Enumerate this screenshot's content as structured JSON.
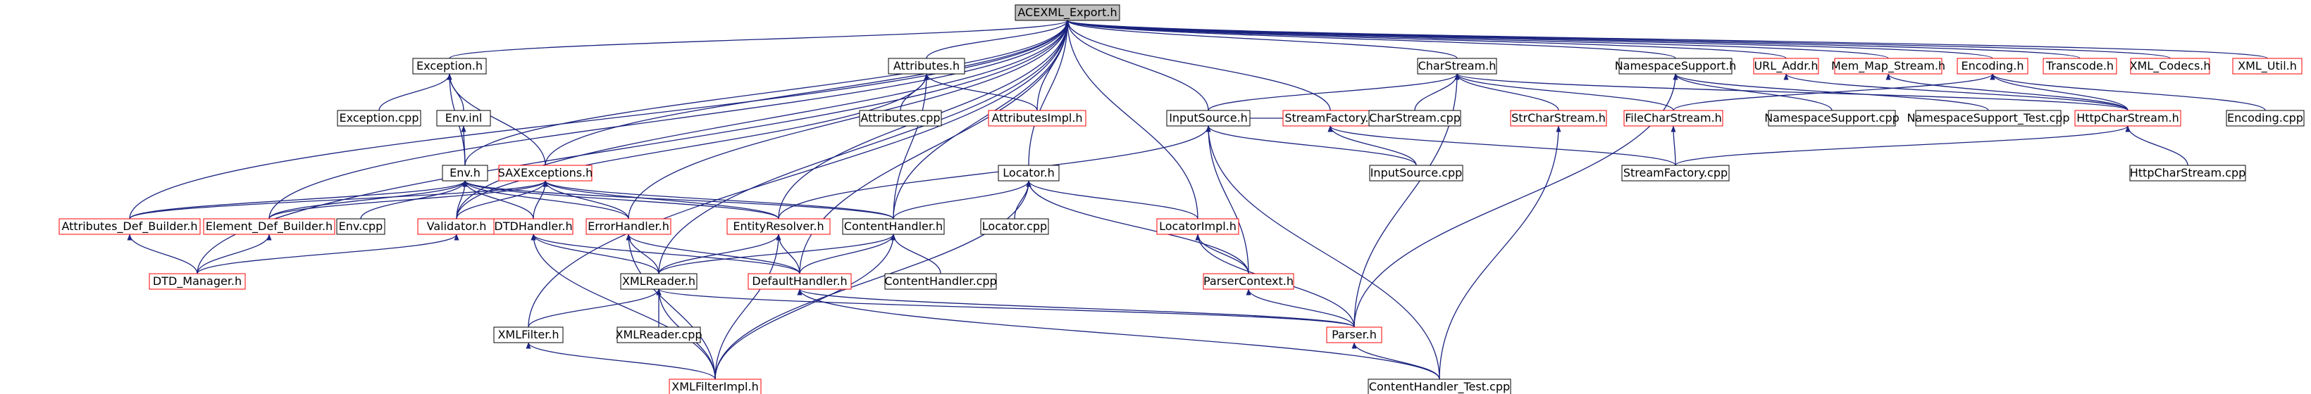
{
  "graph": {
    "colors": {
      "edge": "#1a237e",
      "text": "#000000",
      "root_fill": "#bfbfbf",
      "normal_border": "#000000",
      "unresolved_border": "#ff0000"
    },
    "nodes": [
      {
        "id": "ace",
        "label": "ACEXML_Export.h",
        "style": "root"
      },
      {
        "id": "exc_h",
        "label": "Exception.h",
        "style": "normal"
      },
      {
        "id": "attr_h",
        "label": "Attributes.h",
        "style": "normal"
      },
      {
        "id": "cs_h",
        "label": "CharStream.h",
        "style": "normal"
      },
      {
        "id": "ns_h",
        "label": "NamespaceSupport.h",
        "style": "normal"
      },
      {
        "id": "url_h",
        "label": "URL_Addr.h",
        "style": "red"
      },
      {
        "id": "mm_h",
        "label": "Mem_Map_Stream.h",
        "style": "red"
      },
      {
        "id": "enc_h",
        "label": "Encoding.h",
        "style": "red"
      },
      {
        "id": "trans_h",
        "label": "Transcode.h",
        "style": "red"
      },
      {
        "id": "codecs_h",
        "label": "XML_Codecs.h",
        "style": "red"
      },
      {
        "id": "util_h",
        "label": "XML_Util.h",
        "style": "red"
      },
      {
        "id": "exc_cpp",
        "label": "Exception.cpp",
        "style": "normal"
      },
      {
        "id": "env_inl",
        "label": "Env.inl",
        "style": "normal"
      },
      {
        "id": "attr_cpp",
        "label": "Attributes.cpp",
        "style": "normal"
      },
      {
        "id": "attrimpl_h",
        "label": "AttributesImpl.h",
        "style": "red"
      },
      {
        "id": "is_h",
        "label": "InputSource.h",
        "style": "normal"
      },
      {
        "id": "sf_h",
        "label": "StreamFactory.h",
        "style": "red"
      },
      {
        "id": "cs_cpp",
        "label": "CharStream.cpp",
        "style": "normal"
      },
      {
        "id": "str_cs_h",
        "label": "StrCharStream.h",
        "style": "red"
      },
      {
        "id": "file_cs_h",
        "label": "FileCharStream.h",
        "style": "red"
      },
      {
        "id": "ns_cpp",
        "label": "NamespaceSupport.cpp",
        "style": "normal"
      },
      {
        "id": "ns_test",
        "label": "NamespaceSupport_Test.cpp",
        "style": "normal"
      },
      {
        "id": "http_h",
        "label": "HttpCharStream.h",
        "style": "red"
      },
      {
        "id": "enc_cpp",
        "label": "Encoding.cpp",
        "style": "normal"
      },
      {
        "id": "env_h",
        "label": "Env.h",
        "style": "normal"
      },
      {
        "id": "saxexc_h",
        "label": "SAXExceptions.h",
        "style": "red"
      },
      {
        "id": "is_cpp",
        "label": "InputSource.cpp",
        "style": "normal"
      },
      {
        "id": "sf_cpp",
        "label": "StreamFactory.cpp",
        "style": "normal"
      },
      {
        "id": "http_cpp",
        "label": "HttpCharStream.cpp",
        "style": "normal"
      },
      {
        "id": "loc_h",
        "label": "Locator.h",
        "style": "normal"
      },
      {
        "id": "adb_h",
        "label": "Attributes_Def_Builder.h",
        "style": "red"
      },
      {
        "id": "edb_h",
        "label": "Element_Def_Builder.h",
        "style": "red"
      },
      {
        "id": "env_cpp",
        "label": "Env.cpp",
        "style": "normal"
      },
      {
        "id": "valid_h",
        "label": "Validator.h",
        "style": "red"
      },
      {
        "id": "dtdh_h",
        "label": "DTDHandler.h",
        "style": "red"
      },
      {
        "id": "errh_h",
        "label": "ErrorHandler.h",
        "style": "red"
      },
      {
        "id": "er_h",
        "label": "EntityResolver.h",
        "style": "red"
      },
      {
        "id": "ch_h",
        "label": "ContentHandler.h",
        "style": "normal"
      },
      {
        "id": "loc_cpp",
        "label": "Locator.cpp",
        "style": "normal"
      },
      {
        "id": "locimpl_h",
        "label": "LocatorImpl.h",
        "style": "red"
      },
      {
        "id": "dtdm_h",
        "label": "DTD_Manager.h",
        "style": "red"
      },
      {
        "id": "xr_h",
        "label": "XMLReader.h",
        "style": "normal"
      },
      {
        "id": "dh_h",
        "label": "DefaultHandler.h",
        "style": "red"
      },
      {
        "id": "ch_cpp",
        "label": "ContentHandler.cpp",
        "style": "normal"
      },
      {
        "id": "pc_h",
        "label": "ParserContext.h",
        "style": "red"
      },
      {
        "id": "xf_h",
        "label": "XMLFilter.h",
        "style": "normal"
      },
      {
        "id": "xr_cpp",
        "label": "XMLReader.cpp",
        "style": "normal"
      },
      {
        "id": "parser_h",
        "label": "Parser.h",
        "style": "red"
      },
      {
        "id": "xfi_h",
        "label": "XMLFilterImpl.h",
        "style": "red"
      },
      {
        "id": "ch_test",
        "label": "ContentHandler_Test.cpp",
        "style": "normal"
      }
    ],
    "edges": [
      [
        "exc_h",
        "ace"
      ],
      [
        "attr_h",
        "ace"
      ],
      [
        "cs_h",
        "ace"
      ],
      [
        "ns_h",
        "ace"
      ],
      [
        "url_h",
        "ace"
      ],
      [
        "mm_h",
        "ace"
      ],
      [
        "enc_h",
        "ace"
      ],
      [
        "trans_h",
        "ace"
      ],
      [
        "codecs_h",
        "ace"
      ],
      [
        "util_h",
        "ace"
      ],
      [
        "attrimpl_h",
        "ace"
      ],
      [
        "is_h",
        "ace"
      ],
      [
        "sf_h",
        "ace"
      ],
      [
        "env_h",
        "ace"
      ],
      [
        "saxexc_h",
        "ace"
      ],
      [
        "loc_h",
        "ace"
      ],
      [
        "adb_h",
        "ace"
      ],
      [
        "edb_h",
        "ace"
      ],
      [
        "valid_h",
        "ace"
      ],
      [
        "errh_h",
        "ace"
      ],
      [
        "er_h",
        "ace"
      ],
      [
        "ch_h",
        "ace"
      ],
      [
        "locimpl_h",
        "ace"
      ],
      [
        "dtdm_h",
        "ace"
      ],
      [
        "xr_h",
        "ace"
      ],
      [
        "dh_h",
        "ace"
      ],
      [
        "xf_h",
        "ace"
      ],
      [
        "exc_cpp",
        "exc_h"
      ],
      [
        "env_inl",
        "exc_h"
      ],
      [
        "env_h",
        "exc_h"
      ],
      [
        "saxexc_h",
        "exc_h"
      ],
      [
        "attr_cpp",
        "attr_h"
      ],
      [
        "attrimpl_h",
        "attr_h"
      ],
      [
        "ch_h",
        "attr_h"
      ],
      [
        "valid_h",
        "attr_h"
      ],
      [
        "is_h",
        "cs_h"
      ],
      [
        "cs_cpp",
        "cs_h"
      ],
      [
        "str_cs_h",
        "cs_h"
      ],
      [
        "file_cs_h",
        "cs_h"
      ],
      [
        "http_h",
        "cs_h"
      ],
      [
        "parser_h",
        "cs_h"
      ],
      [
        "ns_cpp",
        "ns_h"
      ],
      [
        "ns_test",
        "ns_h"
      ],
      [
        "parser_h",
        "ns_h"
      ],
      [
        "http_h",
        "url_h"
      ],
      [
        "http_h",
        "mm_h"
      ],
      [
        "file_cs_h",
        "enc_h"
      ],
      [
        "http_h",
        "enc_h"
      ],
      [
        "enc_cpp",
        "enc_h"
      ],
      [
        "sf_h",
        "is_h"
      ],
      [
        "is_cpp",
        "is_h"
      ],
      [
        "pc_h",
        "is_h"
      ],
      [
        "ch_test",
        "is_h"
      ],
      [
        "sf_cpp",
        "sf_h"
      ],
      [
        "is_cpp",
        "sf_h"
      ],
      [
        "ch_test",
        "str_cs_h"
      ],
      [
        "sf_cpp",
        "file_cs_h"
      ],
      [
        "sf_cpp",
        "http_h"
      ],
      [
        "http_cpp",
        "http_h"
      ],
      [
        "env_h",
        "env_inl"
      ],
      [
        "env_cpp",
        "env_h"
      ],
      [
        "adb_h",
        "env_h"
      ],
      [
        "edb_h",
        "env_h"
      ],
      [
        "valid_h",
        "env_h"
      ],
      [
        "dtdh_h",
        "env_h"
      ],
      [
        "errh_h",
        "env_h"
      ],
      [
        "er_h",
        "env_h"
      ],
      [
        "ch_h",
        "env_h"
      ],
      [
        "adb_h",
        "saxexc_h"
      ],
      [
        "edb_h",
        "saxexc_h"
      ],
      [
        "valid_h",
        "saxexc_h"
      ],
      [
        "dtdh_h",
        "saxexc_h"
      ],
      [
        "errh_h",
        "saxexc_h"
      ],
      [
        "er_h",
        "saxexc_h"
      ],
      [
        "ch_h",
        "saxexc_h"
      ],
      [
        "er_h",
        "is_h"
      ],
      [
        "ch_h",
        "loc_h"
      ],
      [
        "loc_cpp",
        "loc_h"
      ],
      [
        "locimpl_h",
        "loc_h"
      ],
      [
        "pc_h",
        "loc_h"
      ],
      [
        "xfi_h",
        "loc_h"
      ],
      [
        "pc_h",
        "locimpl_h"
      ],
      [
        "parser_h",
        "locimpl_h"
      ],
      [
        "parser_h",
        "pc_h"
      ],
      [
        "dtdm_h",
        "adb_h"
      ],
      [
        "dtdm_h",
        "edb_h"
      ],
      [
        "dtdm_h",
        "valid_h"
      ],
      [
        "xr_h",
        "dtdh_h"
      ],
      [
        "dh_h",
        "dtdh_h"
      ],
      [
        "xfi_h",
        "dtdh_h"
      ],
      [
        "xr_h",
        "errh_h"
      ],
      [
        "dh_h",
        "errh_h"
      ],
      [
        "xfi_h",
        "errh_h"
      ],
      [
        "xr_h",
        "er_h"
      ],
      [
        "dh_h",
        "er_h"
      ],
      [
        "xfi_h",
        "er_h"
      ],
      [
        "xr_h",
        "ch_h"
      ],
      [
        "dh_h",
        "ch_h"
      ],
      [
        "ch_cpp",
        "ch_h"
      ],
      [
        "xfi_h",
        "ch_h"
      ],
      [
        "xf_h",
        "xr_h"
      ],
      [
        "xr_cpp",
        "xr_h"
      ],
      [
        "parser_h",
        "xr_h"
      ],
      [
        "xfi_h",
        "xr_h"
      ],
      [
        "parser_h",
        "dh_h"
      ],
      [
        "ch_test",
        "dh_h"
      ],
      [
        "xfi_h",
        "xf_h"
      ],
      [
        "ch_test",
        "parser_h"
      ]
    ]
  }
}
